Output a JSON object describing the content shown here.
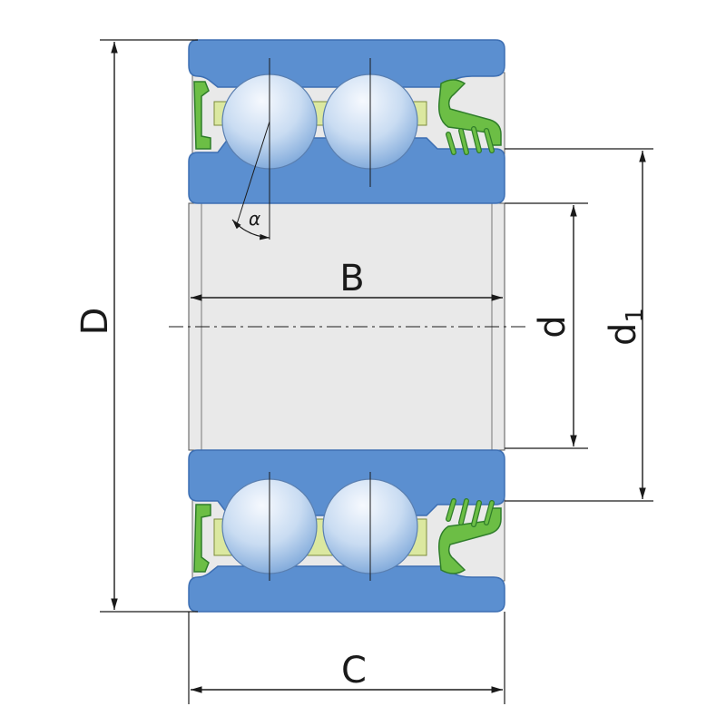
{
  "labels": {
    "D": "D",
    "B": "B",
    "d": "d",
    "d1_main": "d",
    "d1_sub": "1",
    "C": "C",
    "alpha": "α"
  },
  "colors": {
    "ring": "#5b8fd0",
    "ring_edge": "#3d6fb3",
    "bore": "#e9e9e9",
    "ball_light": "#f4f8fd",
    "ball_dark": "#7ea8da",
    "cage": "#dbe8a0",
    "seal": "#6cbe45",
    "seal_edge": "#2f7d2a",
    "line": "#1a1a1a"
  }
}
